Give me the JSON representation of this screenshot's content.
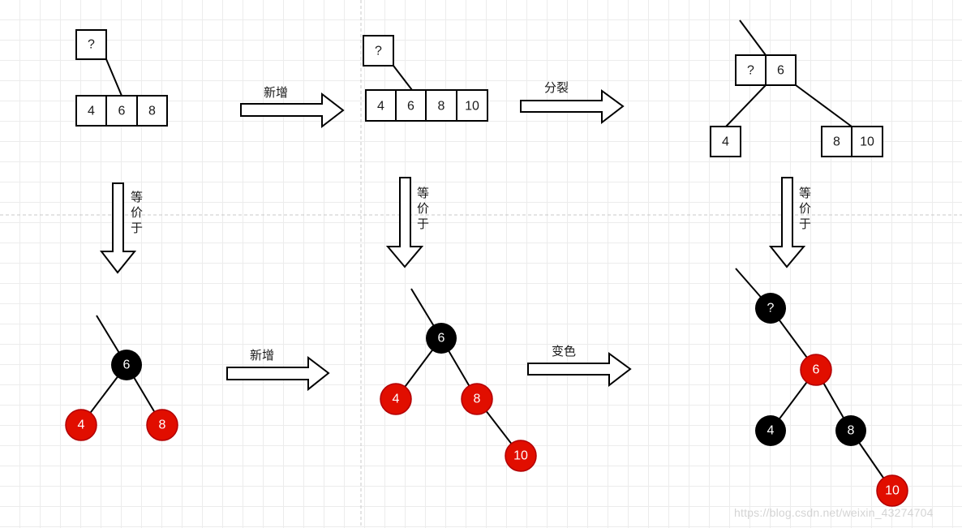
{
  "labels": {
    "add": "新增",
    "split": "分裂",
    "equivalent": [
      "等",
      "价",
      "于"
    ],
    "recolor": "变色"
  },
  "btree_stage1": {
    "parent": "?",
    "keys": [
      "4",
      "6",
      "8"
    ]
  },
  "btree_stage2": {
    "parent": "?",
    "keys": [
      "4",
      "6",
      "8",
      "10"
    ]
  },
  "btree_stage3": {
    "root_keys": [
      "?",
      "6"
    ],
    "left_keys": [
      "4"
    ],
    "right_keys": [
      "8",
      "10"
    ]
  },
  "rbtree_stage1": [
    {
      "key": "6",
      "color": "black"
    },
    {
      "key": "4",
      "color": "red"
    },
    {
      "key": "8",
      "color": "red"
    }
  ],
  "rbtree_stage2": [
    {
      "key": "6",
      "color": "black"
    },
    {
      "key": "4",
      "color": "red"
    },
    {
      "key": "8",
      "color": "red"
    },
    {
      "key": "10",
      "color": "red"
    }
  ],
  "rbtree_stage3": [
    {
      "key": "?",
      "color": "black"
    },
    {
      "key": "6",
      "color": "red"
    },
    {
      "key": "4",
      "color": "black"
    },
    {
      "key": "8",
      "color": "black"
    },
    {
      "key": "10",
      "color": "red"
    }
  ],
  "colors": {
    "red": "#e10e00",
    "red_stroke": "#b20000",
    "black": "#000000",
    "line": "#000000",
    "grid": "#ececec"
  },
  "watermark": "https://blog.csdn.net/weixin_43274704"
}
